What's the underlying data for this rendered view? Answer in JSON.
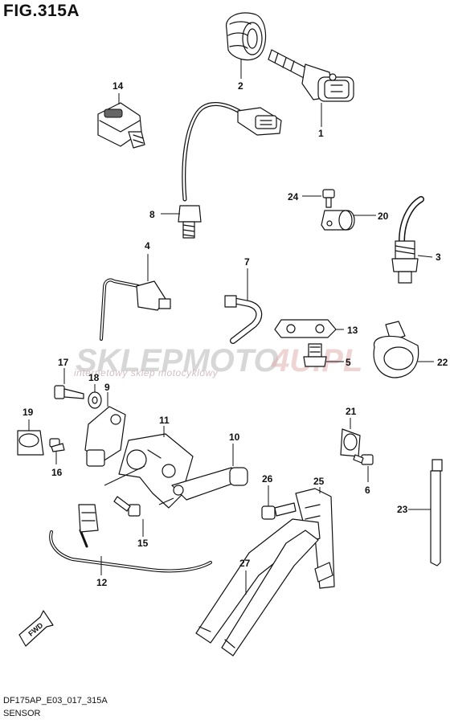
{
  "figure": {
    "title": "FIG.315A",
    "code": "DF175AP_E03_017_315A",
    "section": "SENSOR"
  },
  "watermark": {
    "brand_main": "SKLEPMOTO",
    "brand_accent": "4U.PL",
    "tagline": "internetowy sklep motocyklowy"
  },
  "fwd_label": "FWD",
  "callouts": [
    "1",
    "2",
    "3",
    "4",
    "5",
    "6",
    "7",
    "8",
    "9",
    "10",
    "11",
    "12",
    "13",
    "14",
    "15",
    "16",
    "17",
    "18",
    "19",
    "20",
    "21",
    "22",
    "23",
    "24",
    "25",
    "26",
    "27"
  ]
}
